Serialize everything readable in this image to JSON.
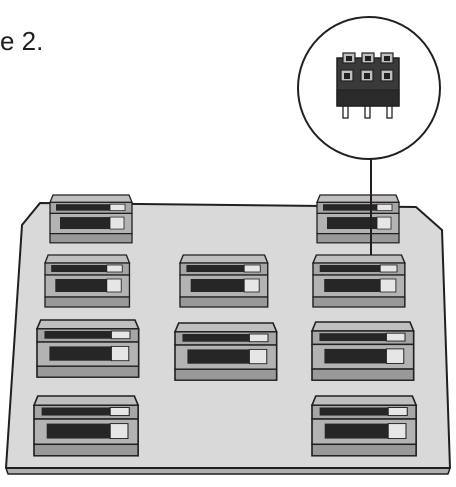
{
  "caption_fragment": "e 2.",
  "colors": {
    "outline": "#231f20",
    "board_fill": "#d9d9d9",
    "module_top": "#bfbfbf",
    "module_body": "#a6a6a6",
    "module_window": "#262626",
    "module_highlight": "#e6e6e6",
    "magnifier_fill": "#ffffff",
    "connector_body": "#3a3a3a"
  },
  "diagram": {
    "board": "circuit-board",
    "module_count": 10,
    "magnified_part": "header-connector"
  }
}
